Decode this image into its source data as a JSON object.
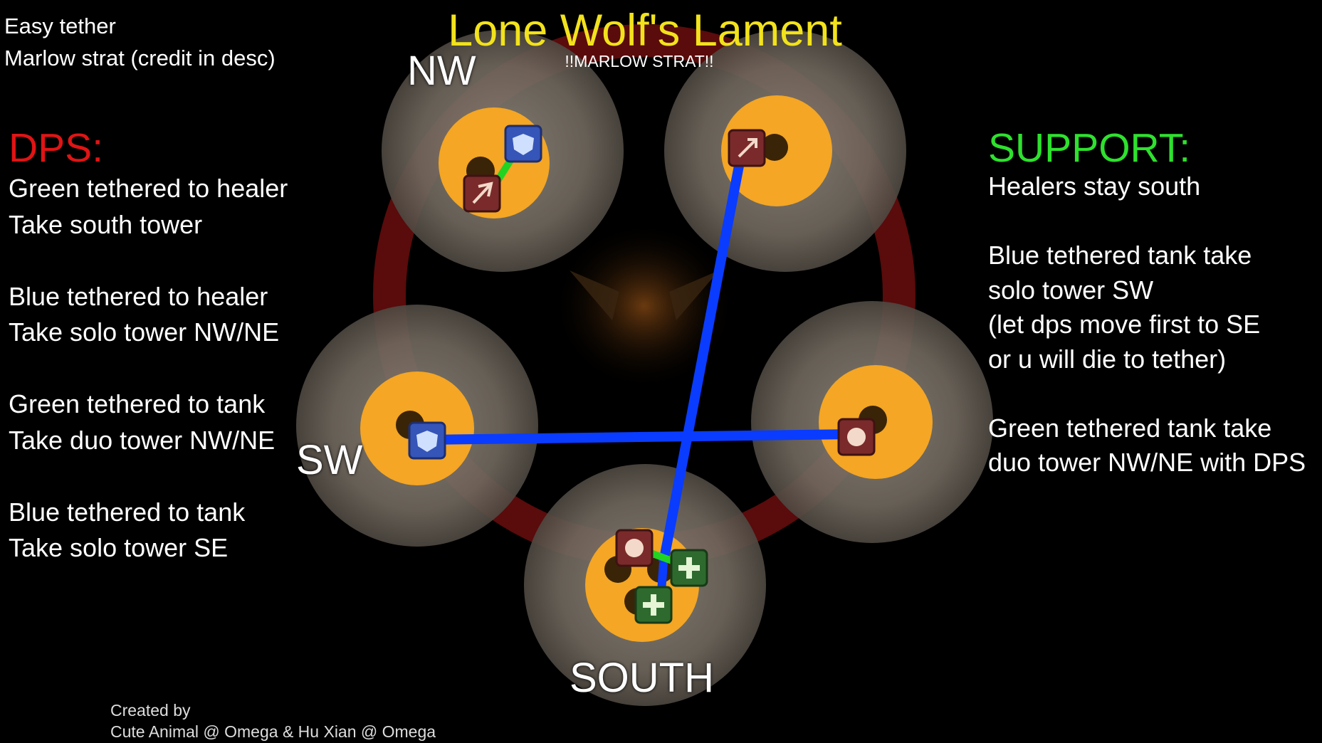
{
  "header": {
    "corner_lines": [
      "Easy tether",
      "Marlow strat (credit in desc)"
    ],
    "title": "Lone Wolf's Lament",
    "subtitle": "!!MARLOW STRAT!!"
  },
  "dps": {
    "heading": "DPS:",
    "heading_color": "#e01414",
    "lines": [
      "Green tethered to healer",
      "Take south tower",
      "",
      "Blue tethered to healer",
      "Take solo tower NW/NE",
      "",
      "Green tethered to tank",
      "Take duo tower NW/NE",
      "",
      "Blue tethered to tank",
      "Take solo tower SE"
    ]
  },
  "support": {
    "heading": "SUPPORT:",
    "heading_color": "#2ee12e",
    "lines": [
      "Healers stay south",
      "",
      "Blue tethered tank take",
      "solo tower SW",
      "(let dps move first to SE",
      "or u will die to tether)",
      "",
      "Green tethered tank take",
      "duo tower NW/NE with DPS"
    ]
  },
  "map": {
    "labels": {
      "nw": "NW",
      "sw": "SW",
      "south": "SOUTH"
    },
    "colors": {
      "tower": "#f4a624",
      "arena_ring": "#6a0d0d",
      "blue_tether": "#0a3cff",
      "green_tether": "#22d322",
      "tank_icon": "#3555b8",
      "dps_icon": "#7a2a2a",
      "healer_icon": "#2e6a2e"
    },
    "icons": {
      "tank": "shield-icon",
      "dps": "melee-dps-icon",
      "ranged": "arrow-icon",
      "healer": "cross-icon"
    }
  },
  "credits": {
    "line1": "Created by",
    "line2": "Cute Animal @ Omega & Hu Xian @ Omega"
  }
}
